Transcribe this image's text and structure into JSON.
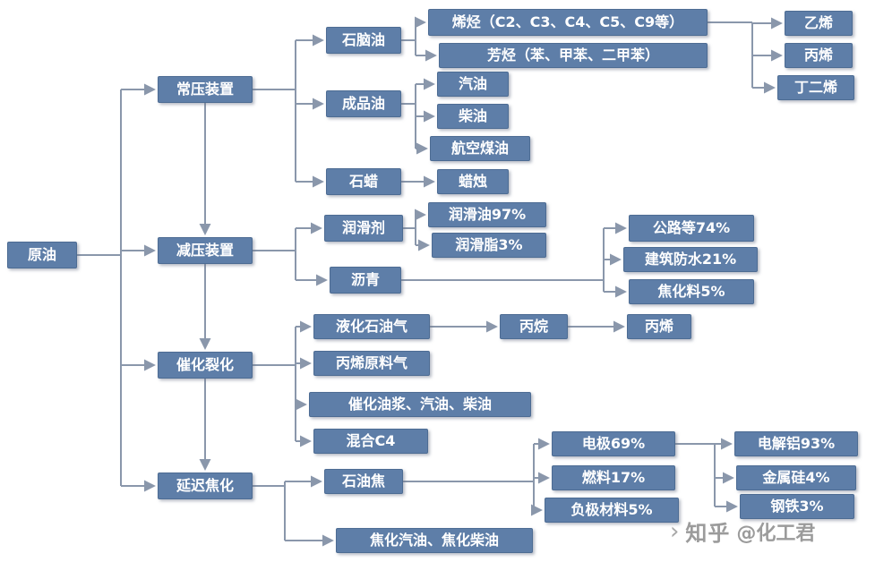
{
  "nodes": {
    "crude_oil": "原油",
    "atmospheric_unit": "常压装置",
    "vacuum_unit": "减压装置",
    "catalytic_cracking": "催化裂化",
    "delayed_coking": "延迟焦化",
    "naphtha": "石脑油",
    "finished_oil": "成品油",
    "paraffin": "石蜡",
    "olefins": "烯烃（C2、C3、C4、C5、C9等）",
    "aromatics": "芳烃（苯、甲苯、二甲苯）",
    "ethylene": "乙烯",
    "propylene_top": "丙烯",
    "butadiene": "丁二烯",
    "gasoline": "汽油",
    "diesel": "柴油",
    "jet_fuel": "航空煤油",
    "candle": "蜡烛",
    "lubricant": "润滑剂",
    "asphalt": "沥青",
    "lube_oil_pct": "润滑油97%",
    "grease_pct": "润滑脂3%",
    "roads_pct": "公路等74%",
    "waterproofing_pct": "建筑防水21%",
    "coking_material_pct": "焦化料5%",
    "lpg": "液化石油气",
    "propane": "丙烷",
    "propylene_mid": "丙烯",
    "propylene_feed_gas": "丙烯原料气",
    "slurry_gasoline_diesel": "催化油浆、汽油、柴油",
    "mixed_c4": "混合C4",
    "petroleum_coke": "石油焦",
    "coker_gasoline_diesel": "焦化汽油、焦化柴油",
    "electrode_pct": "电极69%",
    "fuel_pct": "燃料17%",
    "anode_material_pct": "负极材料5%",
    "electrolytic_aluminum_pct": "电解铝93%",
    "metallic_silicon_pct": "金属硅4%",
    "steel_pct": "钢铁3%"
  },
  "watermark": {
    "chevron": "›",
    "brand": "知乎",
    "author": "@化工君"
  },
  "colors": {
    "node_fill": "#5e7ea8",
    "connector": "#8a97ab",
    "watermark_text": "#9b9b9b"
  }
}
